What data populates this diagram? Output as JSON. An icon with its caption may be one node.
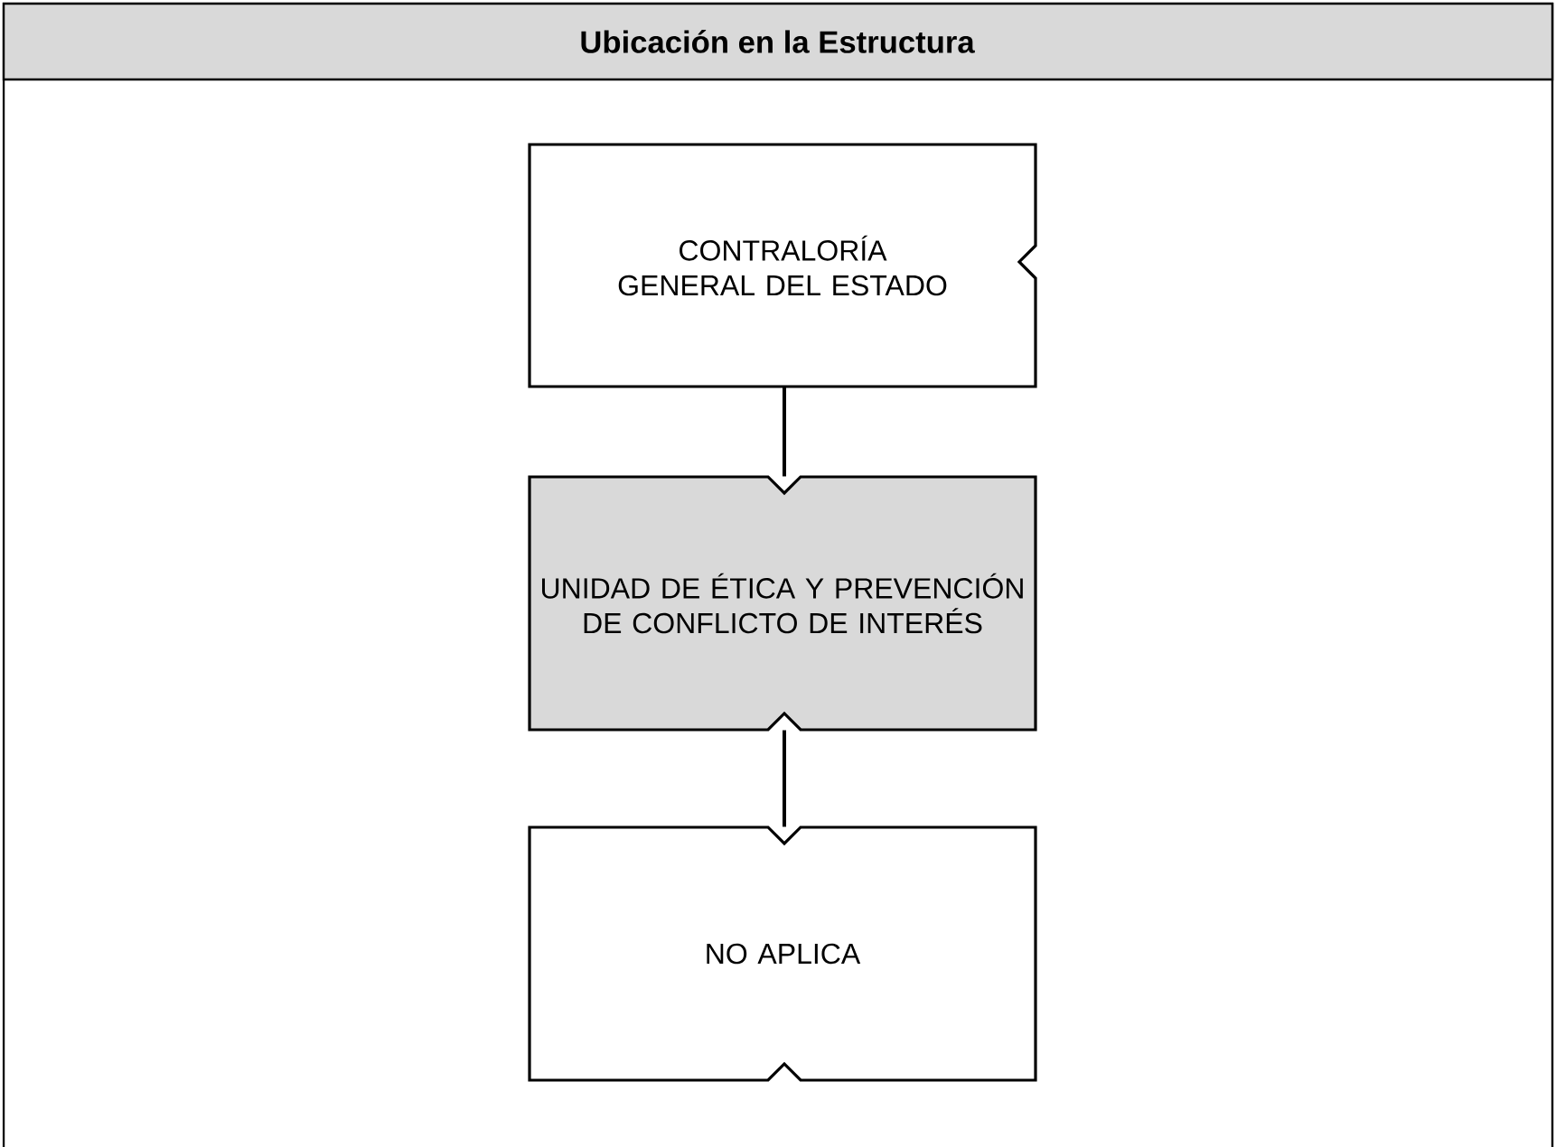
{
  "diagram": {
    "title": "Ubicación en la Estructura",
    "nodes": [
      {
        "text": [
          "CONTRALORÍA GENERAL DEL ESTADO"
        ]
      },
      {
        "text": [
          "UNIDAD DE ÉTICA Y PREVENCIÓN DE CONFLICTO DE INTERÉS"
        ]
      },
      {
        "text": [
          "NO APLICA"
        ]
      }
    ],
    "edges": [
      {
        "from": 0,
        "to": 1,
        "arrow": "none"
      },
      {
        "from": 1,
        "to": 2,
        "arrow": "none"
      }
    ]
  }
}
